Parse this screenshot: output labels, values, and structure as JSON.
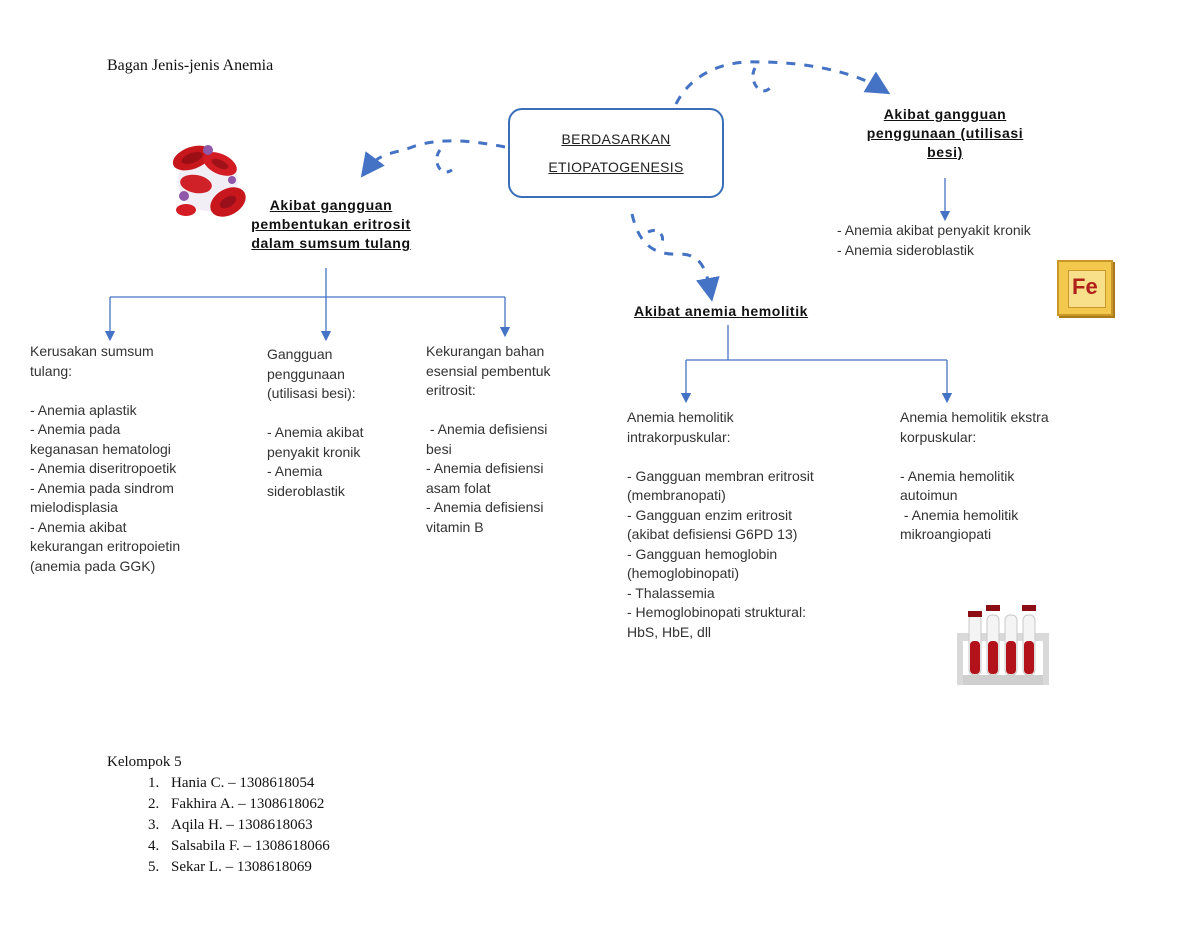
{
  "document": {
    "title": "Bagan Jenis-jenis Anemia"
  },
  "center": {
    "line1": "BERDASARKAN",
    "line2": "ETIOPATOGENESIS"
  },
  "branches": {
    "bone_marrow": {
      "line1": "Akibat gangguan",
      "line2": "pembentukan eritrosit",
      "line3": "dalam sumsum tulang",
      "columns": [
        {
          "lines": [
            "Kerusakan sumsum",
            "tulang:",
            "",
            "- Anemia aplastik",
            "- Anemia pada",
            "keganasan hematologi",
            "- Anemia diseritropoetik",
            "- Anemia pada sindrom",
            "mielodisplasia",
            "- Anemia akibat",
            "kekurangan eritropoietin",
            "(anemia pada GGK)"
          ]
        },
        {
          "lines": [
            "Gangguan",
            "penggunaan",
            "(utilisasi besi):",
            "",
            "- Anemia akibat",
            "penyakit kronik",
            "- Anemia",
            "sideroblastik"
          ]
        },
        {
          "lines": [
            "Kekurangan bahan",
            "esensial pembentuk",
            "eritrosit:",
            "",
            " - Anemia defisiensi",
            "besi",
            "- Anemia defisiensi",
            "asam folat",
            "- Anemia defisiensi",
            "vitamin B"
          ]
        }
      ]
    },
    "iron_use": {
      "line1": "Akibat gangguan",
      "line2": "penggunaan (utilisasi",
      "line3": "besi)",
      "items": [
        "- Anemia akibat penyakit kronik",
        "- Anemia sideroblastik"
      ]
    },
    "hemolytic": {
      "label": "Akibat anemia hemolitik",
      "columns": [
        {
          "lines": [
            "Anemia hemolitik",
            "intrakorpuskular:",
            "",
            "- Gangguan membran eritrosit",
            "(membranopati)",
            "- Gangguan enzim eritrosit",
            "(akibat defisiensi G6PD 13)",
            "- Gangguan hemoglobin",
            "(hemoglobinopati)",
            "- Thalassemia",
            "- Hemoglobinopati struktural:",
            "HbS, HbE, dll"
          ]
        },
        {
          "lines": [
            "Anemia hemolitik ekstra",
            "korpuskular:",
            "",
            "- Anemia hemolitik",
            "autoimun",
            " - Anemia hemolitik",
            "mikroangiopati"
          ]
        }
      ]
    }
  },
  "images": {
    "fe_tile_symbol": "Fe",
    "blood_cells": "red-blood-cells-image",
    "test_tubes": "test-tubes-image"
  },
  "group": {
    "title": "Kelompok 5",
    "members": [
      "Hania C. – 1308618054",
      "Fakhira A. – 1308618062",
      "Aqila H. – 1308618063",
      "Salsabila F. – 1308618066",
      "Sekar L. – 1308618069"
    ]
  },
  "colors": {
    "line": "#4472c4",
    "box_border": "#3a6fb8",
    "blood_red": "#c8161d"
  }
}
